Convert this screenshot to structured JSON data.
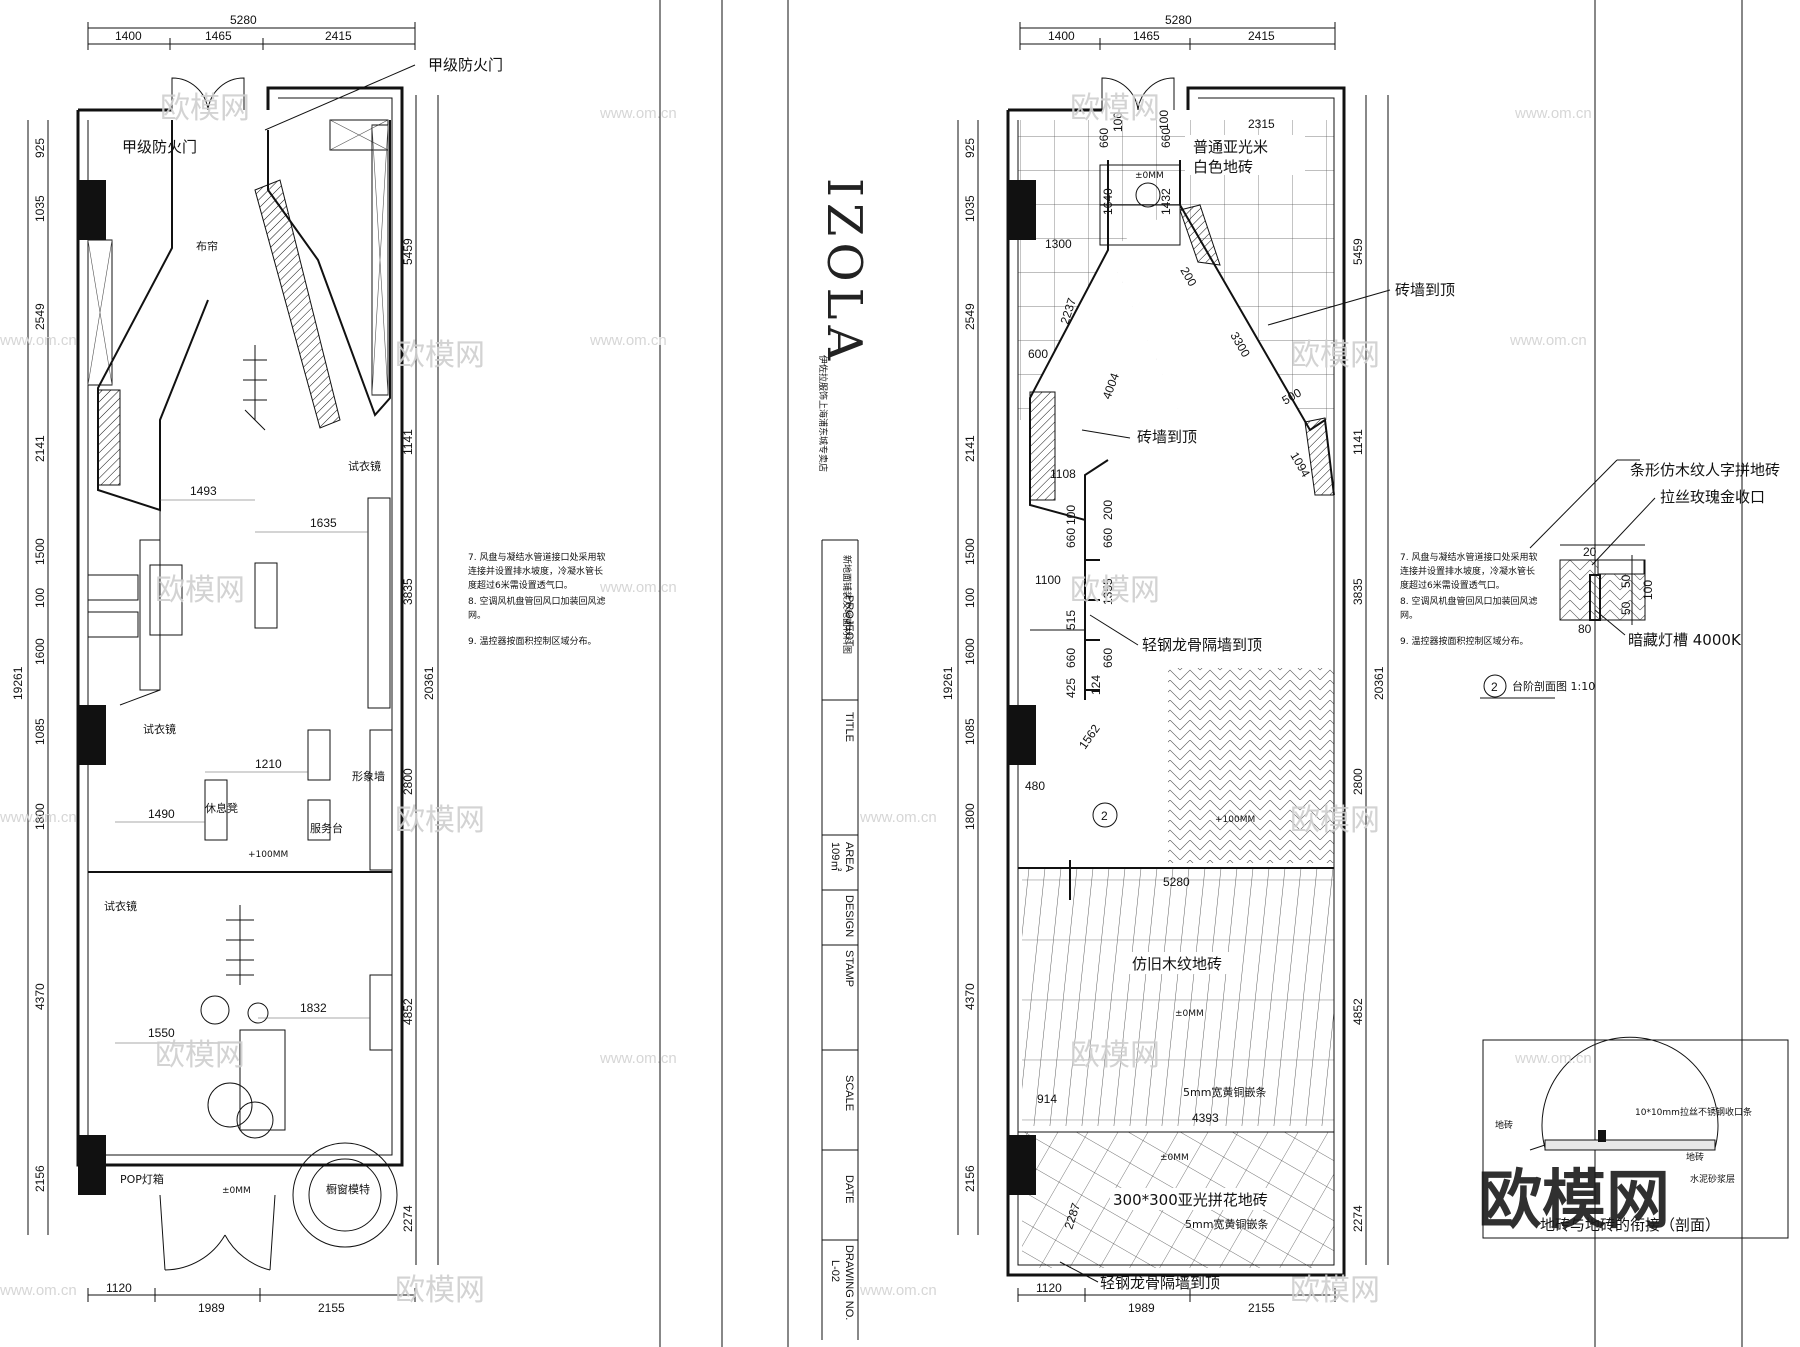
{
  "plan_left": {
    "dims_top": [
      "5280",
      "1400",
      "1465",
      "2415"
    ],
    "dims_left": [
      "925",
      "1035",
      "2549",
      "2141",
      "1500",
      "100",
      "1600",
      "1085",
      "1800",
      "4370",
      "2156"
    ],
    "dim_total_left": "19261",
    "dims_right": [
      "5459",
      "1141",
      "3835",
      "2800",
      "4852",
      "2274"
    ],
    "dim_total_right": "20361",
    "dims_bottom": [
      "1120",
      "1989",
      "2155"
    ],
    "dims_inner": [
      "1493",
      "1635",
      "1210",
      "1490",
      "1832",
      "1550"
    ],
    "labels": {
      "fire_door_a": "甲级防火门",
      "fire_door_b": "甲级防火门",
      "curtain": "布帘",
      "mirror_a": "试衣镜",
      "mirror_b": "试衣镜",
      "mirror_c": "试衣镜",
      "rest_chair": "休息凳",
      "image_wall": "形象墙",
      "service_desk": "服务台",
      "pop_box": "POP灯箱",
      "display": "橱窗模特",
      "level_a": "+100MM",
      "level_b": "±0MM"
    }
  },
  "notes": [
    "7. 风盘与凝结水管道接口处采用软",
    "连接并设置排水坡度，冷凝水管长",
    "度超过6米需设置透气口。",
    "8. 空调风机盘管回风口加装回风滤",
    "网。",
    "9. 温控器按面积控制区域分布。"
  ],
  "title_block": {
    "brand": "IZOLA",
    "project_name": "伊佐拉服饰上海浦东城专卖店",
    "drawing_title": "新地面铺装及地面材料图",
    "project_label": "PROJECT",
    "title_label": "TITLE",
    "area_label": "AREA",
    "area_value": "109㎡",
    "design_label": "DESIGN",
    "stamp_label": "STAMP",
    "scale_label": "SCALE",
    "date_label": "DATE",
    "drawing_no_label": "DRAWING NO.",
    "drawing_no_value": "L-02"
  },
  "plan_right": {
    "dims_top": [
      "5280",
      "1400",
      "1465",
      "2415"
    ],
    "dims_left": [
      "925",
      "1035",
      "2549",
      "2141",
      "1500",
      "100",
      "1600",
      "1085",
      "1800",
      "4370",
      "2156"
    ],
    "dim_total_left": "19261",
    "dims_right": [
      "5459",
      "1141",
      "3835",
      "2800",
      "4852",
      "2274"
    ],
    "dim_total_right": "20361",
    "dims_bottom": [
      "1120",
      "1989",
      "2155"
    ],
    "dims_inner": [
      "2315",
      "660",
      "100",
      "660",
      "100",
      "1640",
      "1432",
      "1300",
      "2237",
      "600",
      "4004",
      "3300",
      "200",
      "500",
      "1094",
      "1108",
      "100",
      "200",
      "660",
      "660",
      "1100",
      "1355",
      "515",
      "660",
      "660",
      "425",
      "124",
      "1562",
      "480",
      "5280",
      "914",
      "4393",
      "2287"
    ],
    "labels": {
      "tile_white": "普通亚光米",
      "tile_white_2": "白色地砖",
      "brick_wall_a": "砖墙到顶",
      "brick_wall_b": "砖墙到顶",
      "steel_wall_a": "轻钢龙骨隔墙到顶",
      "steel_wall_b": "轻钢龙骨隔墙到顶",
      "wood_tile": "仿旧木纹地砖",
      "copper_strip_a": "5mm宽黄铜嵌条",
      "copper_strip_b": "5mm宽黄铜嵌条",
      "pattern_tile": "300*300亚光拼花地砖",
      "level_a": "+100MM",
      "level_b": "±0MM",
      "level_c": "±0MM",
      "level_d": "±0MM",
      "section_mark": "2"
    }
  },
  "detail_step": {
    "label_top": "条形仿木纹人字拼地砖",
    "label_edge": "拉丝玫瑰金收口",
    "label_light": "暗藏灯槽 4000K",
    "dims": [
      "20",
      "50",
      "50",
      "100",
      "80"
    ],
    "section_no": "2",
    "caption": "台阶剖面图  1:10"
  },
  "detail_joint": {
    "label_tile_a": "地砖",
    "label_strip": "10*10mm拉丝不锈钢收口条",
    "label_tile_b": "地砖",
    "label_mortar": "水泥砂浆层",
    "caption": "地砖与地砖的衔接（剖面）"
  },
  "watermarks": {
    "site": "www.om.cn",
    "brand": "欧模网",
    "big": "欧模网"
  }
}
